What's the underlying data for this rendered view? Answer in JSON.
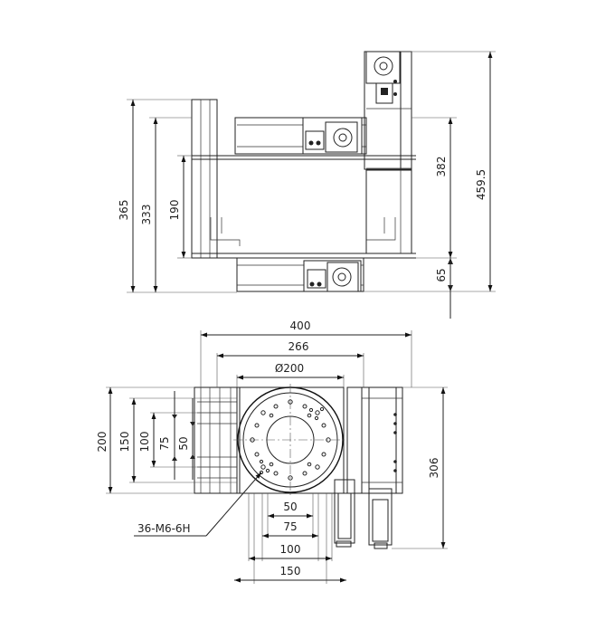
{
  "front_view": {
    "dims": {
      "h_365": "365",
      "h_333": "333",
      "h_190": "190",
      "h_382": "382",
      "h_459_5": "459.5",
      "h_65": "65"
    }
  },
  "top_view": {
    "dims": {
      "w_400": "400",
      "w_266": "266",
      "dia_200": "Ø200",
      "h_200": "200",
      "h_150": "150",
      "h_100": "100",
      "h_75": "75",
      "h_50": "50",
      "h_306": "306",
      "b_50": "50",
      "b_75": "75",
      "b_100": "100",
      "b_150": "150"
    },
    "hole_callout": "36-M6-6H"
  }
}
